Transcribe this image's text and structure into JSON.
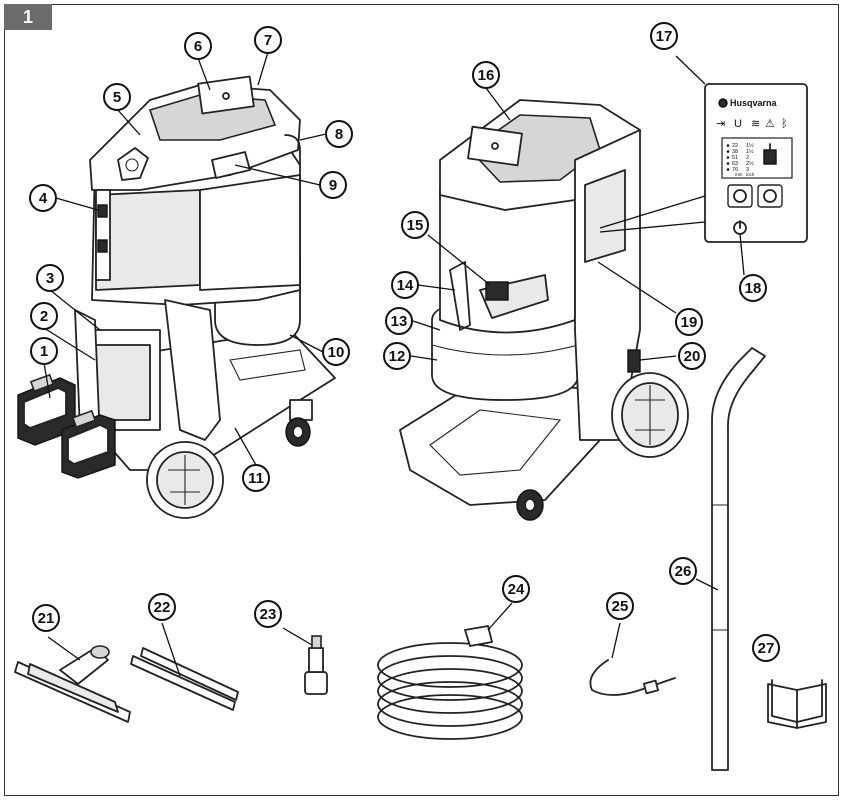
{
  "figure_label": "1",
  "panel": {
    "brand": "Husqvarna",
    "levels": [
      {
        "left": "22",
        "right": "1½"
      },
      {
        "left": "38",
        "right": "1½"
      },
      {
        "left": "51",
        "right": "2"
      },
      {
        "left": "63",
        "right": "2½"
      },
      {
        "left": "76",
        "right": "3"
      }
    ],
    "units_left": "mm",
    "units_right": "inch"
  },
  "callouts": [
    {
      "id": "c1",
      "label": "1"
    },
    {
      "id": "c2",
      "label": "2"
    },
    {
      "id": "c3",
      "label": "3"
    },
    {
      "id": "c4",
      "label": "4"
    },
    {
      "id": "c5",
      "label": "5"
    },
    {
      "id": "c6",
      "label": "6"
    },
    {
      "id": "c7",
      "label": "7"
    },
    {
      "id": "c8",
      "label": "8"
    },
    {
      "id": "c9",
      "label": "9"
    },
    {
      "id": "c10",
      "label": "10"
    },
    {
      "id": "c11",
      "label": "11"
    },
    {
      "id": "c12",
      "label": "12"
    },
    {
      "id": "c13",
      "label": "13"
    },
    {
      "id": "c14",
      "label": "14"
    },
    {
      "id": "c15",
      "label": "15"
    },
    {
      "id": "c16",
      "label": "16"
    },
    {
      "id": "c17",
      "label": "17"
    },
    {
      "id": "c18",
      "label": "18"
    },
    {
      "id": "c19",
      "label": "19"
    },
    {
      "id": "c20",
      "label": "20"
    },
    {
      "id": "c21",
      "label": "21"
    },
    {
      "id": "c22",
      "label": "22"
    },
    {
      "id": "c23",
      "label": "23"
    },
    {
      "id": "c24",
      "label": "24"
    },
    {
      "id": "c25",
      "label": "25"
    },
    {
      "id": "c26",
      "label": "26"
    },
    {
      "id": "c27",
      "label": "27"
    }
  ]
}
